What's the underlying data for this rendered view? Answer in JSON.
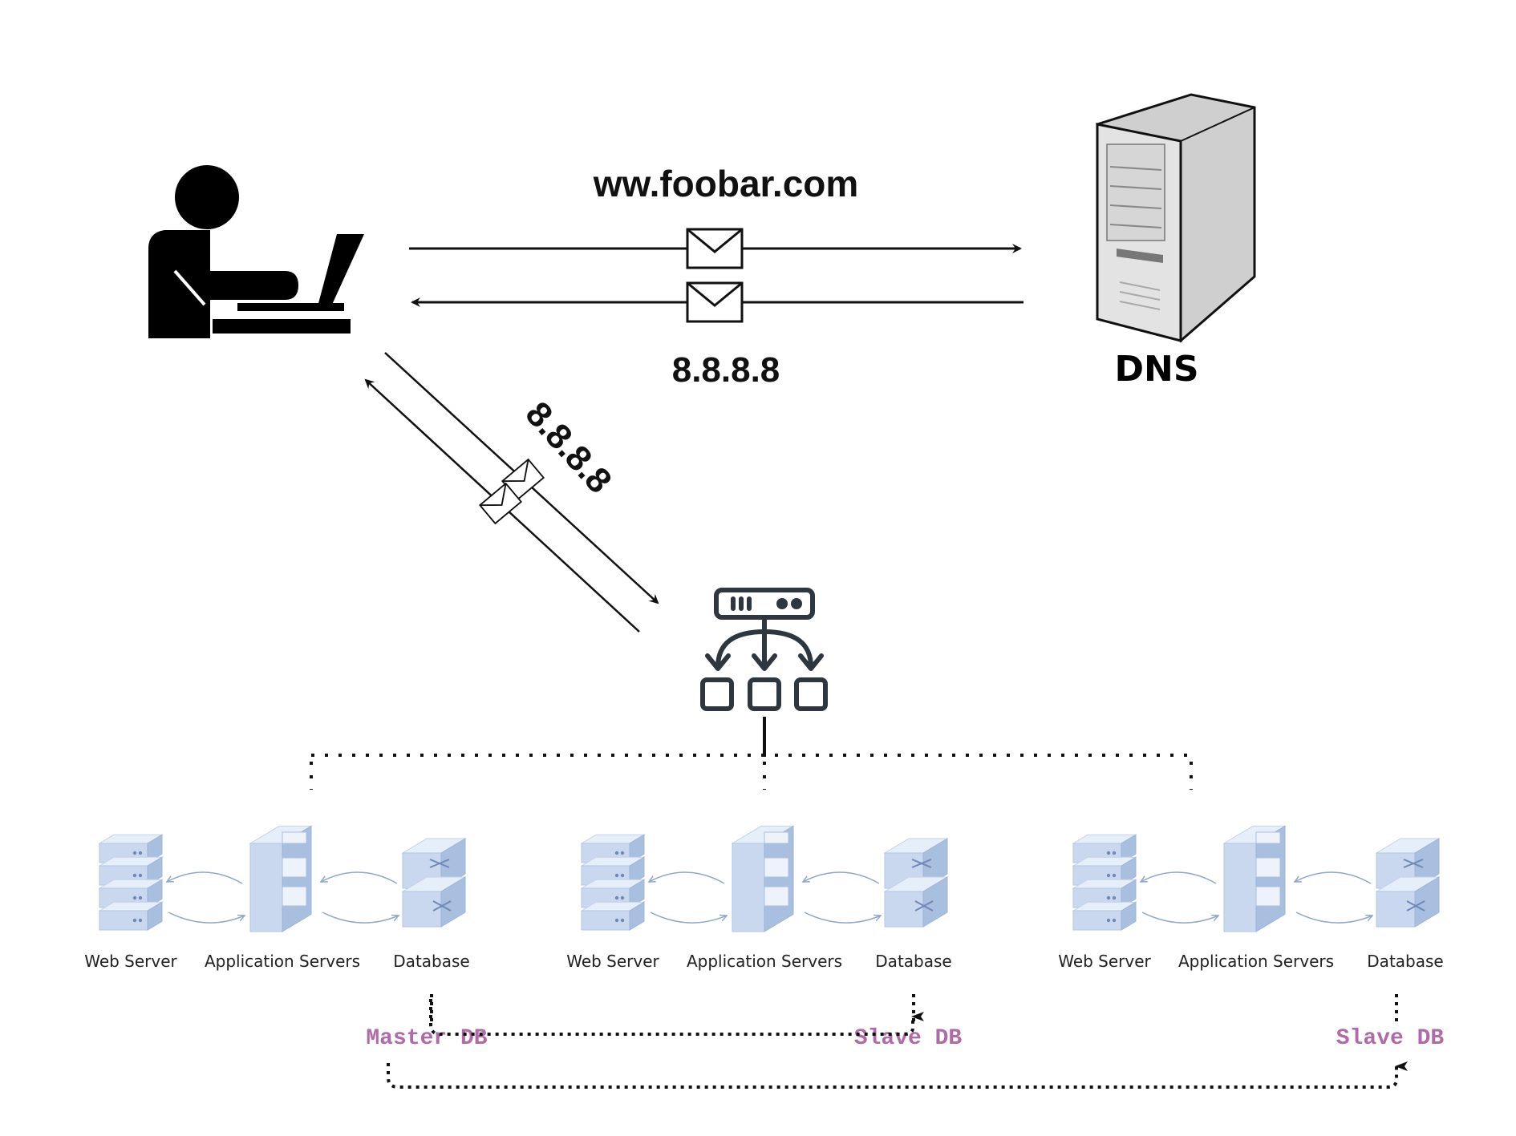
{
  "diagram": {
    "request_label": "ww.foobar.com",
    "response_label": "8.8.8.8",
    "diagonal_label": "8.8.8.8",
    "dns_label": "DNS",
    "clusters": [
      {
        "web": "Web Server",
        "app": "Application Servers",
        "db": "Database",
        "role": "Master DB"
      },
      {
        "web": "Web Server",
        "app": "Application Servers",
        "db": "Database",
        "role": "Slave DB"
      },
      {
        "web": "Web Server",
        "app": "Application Servers",
        "db": "Database",
        "role": "Slave DB"
      }
    ]
  },
  "colors": {
    "line": "#111111",
    "role_label": "#b06aa8",
    "server_light": "#e6eef9",
    "server_mid": "#c9d8ef",
    "server_dark": "#a9bfe0",
    "lb_icon": "#2e3640"
  },
  "icons": [
    "user-at-laptop-icon",
    "envelope-icon",
    "dns-server-tower-icon",
    "load-balancer-icon",
    "web-server-icon",
    "application-server-icon",
    "database-icon"
  ]
}
